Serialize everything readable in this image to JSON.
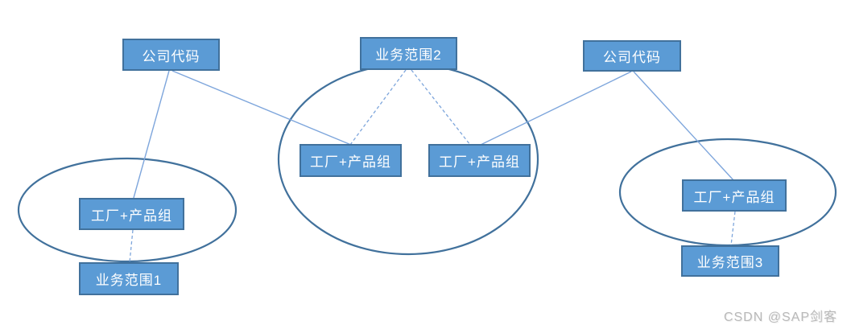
{
  "diagram": {
    "description": "SAP organizational mapping diagram: company codes and business areas linked to plant + product group combinations",
    "nodes": {
      "company_code_left": {
        "label": "公司代码"
      },
      "business_area_2": {
        "label": "业务范围2"
      },
      "company_code_right": {
        "label": "公司代码"
      },
      "plant_mid_left": {
        "label": "工厂+产品组"
      },
      "plant_mid_right": {
        "label": "工厂+产品组"
      },
      "plant_left": {
        "label": "工厂+产品组"
      },
      "plant_right": {
        "label": "工厂+产品组"
      },
      "business_area_1": {
        "label": "业务范围1"
      },
      "business_area_3": {
        "label": "业务范围3"
      }
    },
    "groups": [
      {
        "name": "group-ellipse-left",
        "contains": [
          "工厂+产品组",
          "业务范围1"
        ]
      },
      {
        "name": "group-ellipse-middle",
        "contains": [
          "业务范围2",
          "工厂+产品组",
          "工厂+产品组"
        ]
      },
      {
        "name": "group-ellipse-right",
        "contains": [
          "工厂+产品组",
          "业务范围3"
        ]
      }
    ],
    "edges": [
      {
        "from": "company_code_left",
        "to": "plant_left",
        "style": "solid"
      },
      {
        "from": "company_code_left",
        "to": "plant_mid_left",
        "style": "solid"
      },
      {
        "from": "business_area_2",
        "to": "plant_mid_left",
        "style": "dashed"
      },
      {
        "from": "business_area_2",
        "to": "plant_mid_right",
        "style": "dashed"
      },
      {
        "from": "company_code_right",
        "to": "plant_mid_right",
        "style": "solid"
      },
      {
        "from": "company_code_right",
        "to": "plant_right",
        "style": "solid"
      },
      {
        "from": "plant_left",
        "to": "business_area_1",
        "style": "dashed"
      },
      {
        "from": "plant_right",
        "to": "business_area_3",
        "style": "dashed"
      }
    ]
  },
  "colors": {
    "node_fill": "#5B9BD5",
    "node_border": "#41719C",
    "node_text": "#FFFFFF",
    "ellipse_stroke": "#41719C",
    "connector": "#7EA6DC",
    "background": "#FFFFFF",
    "watermark_text": "#B9B9B9"
  },
  "watermark": {
    "text": "CSDN @SAP剑客"
  }
}
